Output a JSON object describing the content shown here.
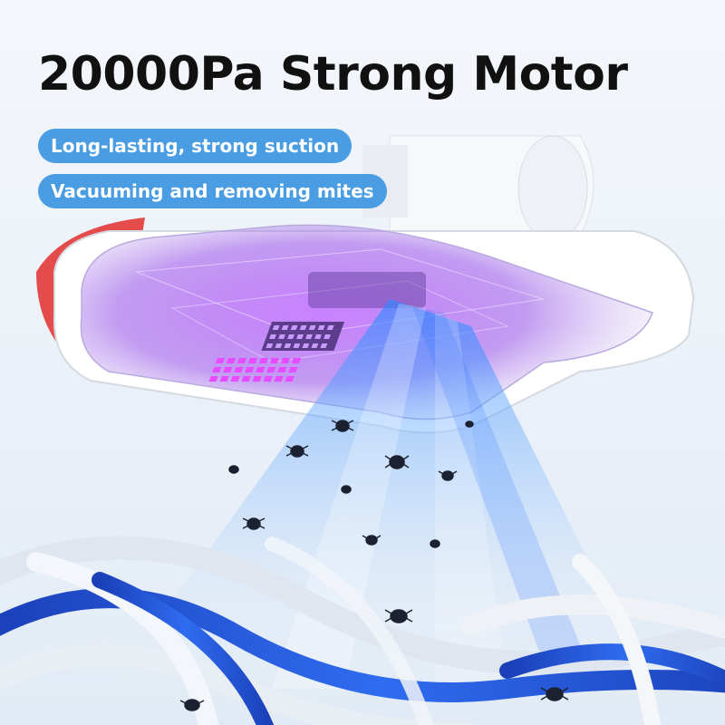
{
  "headline": "20000Pa Strong Motor",
  "features": [
    "Long-lasting, strong suction",
    "Vacuuming and removing mites"
  ],
  "colors": {
    "pill": "#4a9de2",
    "uv_glow": "#b35cf0",
    "airflow": "#3b8ff0",
    "fabric_blue": "#2451c9",
    "background": "#eef3f9"
  },
  "illustration": {
    "subject": "mite-removal-vacuum-head",
    "elements": [
      "uv-lamp-icon",
      "suction-airflow",
      "mite-icon",
      "fabric-fibers"
    ]
  }
}
